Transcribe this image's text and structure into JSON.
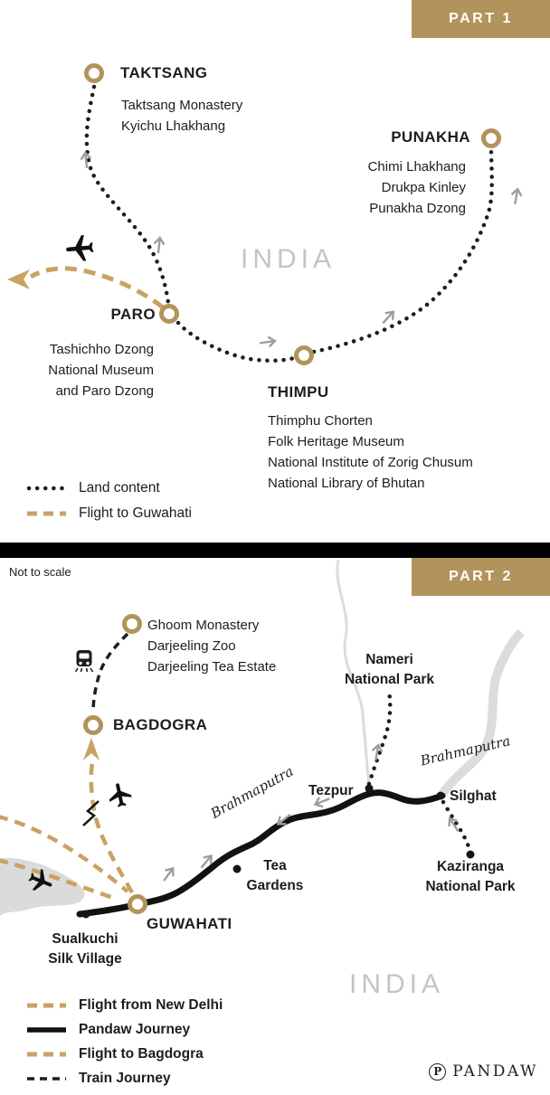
{
  "colors": {
    "tan": "#b2935b",
    "tan_dash": "#c9a264",
    "ink": "#1d1d1b",
    "india_gray": "#c4c4c4",
    "arrow_gray": "#9e9e9e"
  },
  "part1": {
    "badge": "PART 1",
    "india_label": "INDIA",
    "taktsang": {
      "name": "TAKTSANG",
      "details": [
        "Taktsang Monastery",
        "Kyichu Lhakhang"
      ]
    },
    "punakha": {
      "name": "PUNAKHA",
      "details": [
        "Chimi Lhakhang",
        "Drukpa Kinley",
        "Punakha Dzong"
      ]
    },
    "paro": {
      "name": "PARO",
      "details": [
        "Tashichho Dzong",
        "National Museum",
        "and Paro Dzong"
      ]
    },
    "thimpu": {
      "name": "THIMPU",
      "details": [
        "Thimphu Chorten",
        "Folk Heritage Museum",
        "National Institute of Zorig Chusum",
        "National Library of Bhutan"
      ]
    },
    "legend": [
      {
        "label": "Land content"
      },
      {
        "label": "Flight to Guwahati"
      }
    ]
  },
  "part2": {
    "badge": "PART 2",
    "scale_note": "Not to scale",
    "india_label": "INDIA",
    "ghoom": {
      "details": [
        "Ghoom Monastery",
        "Darjeeling Zoo",
        "Darjeeling Tea Estate"
      ]
    },
    "bagdogra": {
      "name": "BAGDOGRA"
    },
    "guwahati": {
      "name": "GUWAHATI"
    },
    "nameri": {
      "lines": [
        "Nameri",
        "National Park"
      ]
    },
    "tezpur": {
      "name": "Tezpur"
    },
    "silghat": {
      "name": "Silghat"
    },
    "kaziranga": {
      "lines": [
        "Kaziranga",
        "National Park"
      ]
    },
    "tea_gardens": {
      "lines": [
        "Tea",
        "Gardens"
      ]
    },
    "sualkuchi": {
      "lines": [
        "Sualkuchi",
        "Silk Village"
      ]
    },
    "river_labels": [
      "Brahmaputra",
      "Brahmaputra"
    ],
    "legend": [
      {
        "label": "Flight from New Delhi"
      },
      {
        "label": "Pandaw Journey"
      },
      {
        "label": "Flight to Bagdogra"
      },
      {
        "label": "Train Journey"
      }
    ],
    "logo": {
      "mark": "P",
      "word": "PANDAW"
    }
  }
}
